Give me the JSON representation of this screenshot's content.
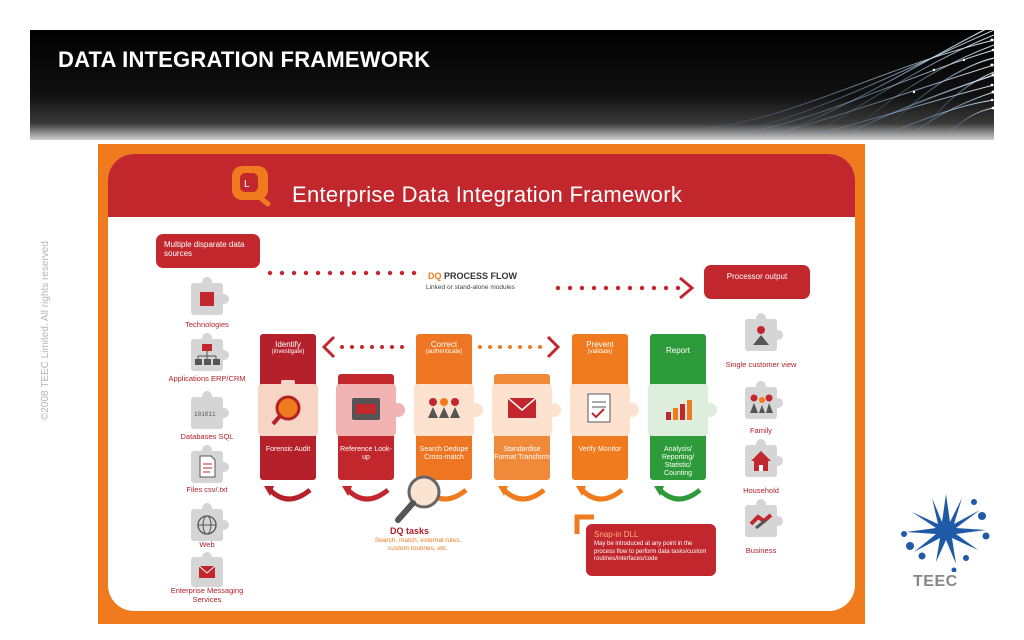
{
  "slide": {
    "title": "DATA INTEGRATION FRAMEWORK",
    "copyright": "©2008 TEEC Limited. All rights reserved"
  },
  "framework": {
    "title": "Enterprise Data Integration Framework",
    "sources_heading": "Multiple disparate data sources",
    "output_heading": "Processor output",
    "flow_title_prefix": "DQ",
    "flow_title": "PROCESS FLOW",
    "flow_subtitle": "Linked or stand-alone modules",
    "sources": [
      {
        "label": "Technologies",
        "icon": "chip-icon"
      },
      {
        "label": "Applications ERP/CRM",
        "icon": "org-chart-icon"
      },
      {
        "label": "Databases SQL",
        "icon": "binary-icon"
      },
      {
        "label": "Files csv/.txt",
        "icon": "file-icon"
      },
      {
        "label": "Web",
        "icon": "globe-icon"
      },
      {
        "label": "Enterprise Messaging Services",
        "icon": "message-icon"
      }
    ],
    "modules": [
      {
        "heading": "Identify",
        "sub": "(investigate)",
        "bottom": "Forensic Audit",
        "color": "#b5202a",
        "icon": "magnifier-icon"
      },
      {
        "heading": "",
        "sub": "",
        "bottom": "Reference Look-up",
        "color": "#c1272d",
        "icon": "folder-icon"
      },
      {
        "heading": "Correct",
        "sub": "(authenticate)",
        "bottom": "Search Dedupe Cross-match",
        "color": "#ee7623",
        "icon": "people-icon"
      },
      {
        "heading": "",
        "sub": "",
        "bottom": "Standardise Format Transform",
        "color": "#f08a3a",
        "icon": "envelope-icon"
      },
      {
        "heading": "Prevent",
        "sub": "(validate)",
        "bottom": "Verify Monitor",
        "color": "#f07a1e",
        "icon": "checklist-icon"
      },
      {
        "heading": "Report",
        "sub": "",
        "bottom": "Analysis/ Reporting/ Statistic/ Counting",
        "color": "#2e9b3a",
        "icon": "bar-chart-icon"
      }
    ],
    "outputs": [
      {
        "label": "Single customer view",
        "icon": "person-icon"
      },
      {
        "label": "Family",
        "icon": "family-icon"
      },
      {
        "label": "Household",
        "icon": "house-icon"
      },
      {
        "label": "Business",
        "icon": "handshake-icon"
      }
    ],
    "dq_tasks": {
      "title": "DQ tasks",
      "description": "Search, match, external rules, custom routines, etc."
    },
    "snap_in": {
      "title": "Snap-in DLL",
      "description": "May be introduced at any point in the process flow to perform data tasks/custom routines/interfaces/code"
    }
  },
  "logo": {
    "text": "TEEC"
  },
  "colors": {
    "red": "#c1272d",
    "orange": "#f07a1e",
    "green": "#2e9b3a",
    "grey": "#d5d5d5"
  }
}
